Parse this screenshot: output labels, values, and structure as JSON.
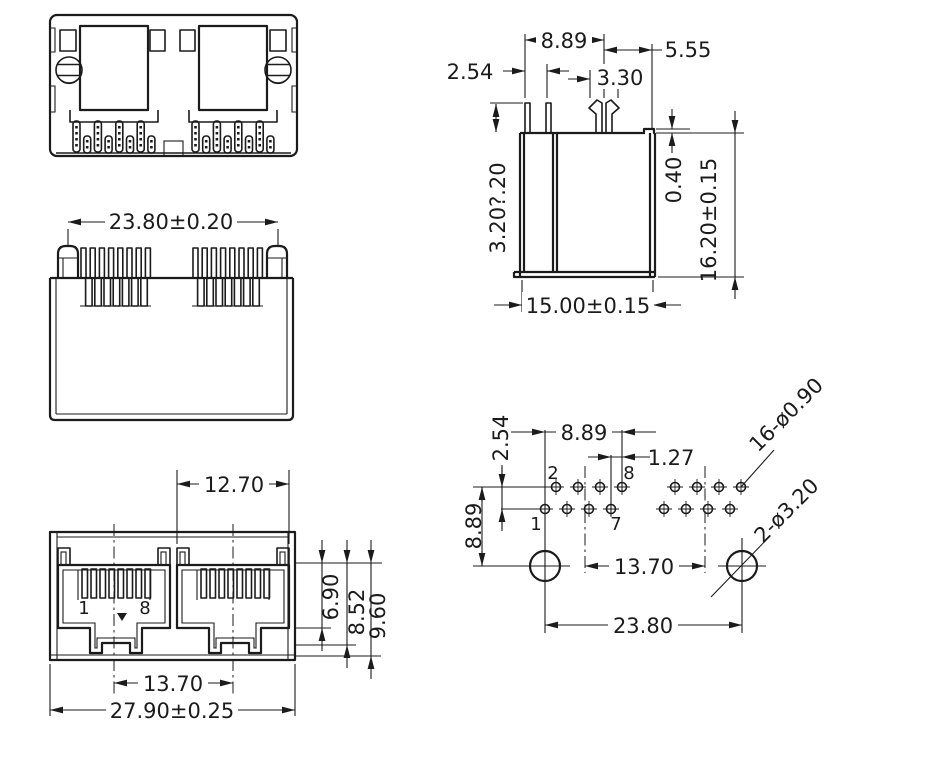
{
  "drawing": {
    "component": "dual-port RJ45 modular jack technical drawing",
    "background": "#ffffff",
    "line_color": "#1b1b1b",
    "rear_view": {
      "overall_width": "23.80±0.20"
    },
    "front_view": {
      "port_width": "12.70",
      "pin1": "1",
      "pin8": "8",
      "opening_height": "6.90",
      "step_height": "8.52",
      "total_opening_height": "9.60",
      "port_spacing": "13.70",
      "overall_width": "27.90±0.25"
    },
    "side_view": {
      "pin_to_latch": "8.89",
      "latch_to_edge": "5.55",
      "pin_pitch": "2.54",
      "latch_width": "3.30",
      "pin_height": "3.20?.20",
      "step": "0.40",
      "overall_height": "16.20±0.15",
      "overall_depth": "15.00±0.15"
    },
    "footprint": {
      "pin_span": "8.89",
      "row_pitch": "2.54",
      "stagger_pitch": "1.27",
      "pin2": "2",
      "pin8": "8",
      "pin1": "1",
      "pin7": "7",
      "row_to_mount": "8.89",
      "pin_holes": "16-ø0.90",
      "mount_holes": "2-ø3.20",
      "port_spacing": "13.70",
      "mount_spacing": "23.80"
    }
  }
}
